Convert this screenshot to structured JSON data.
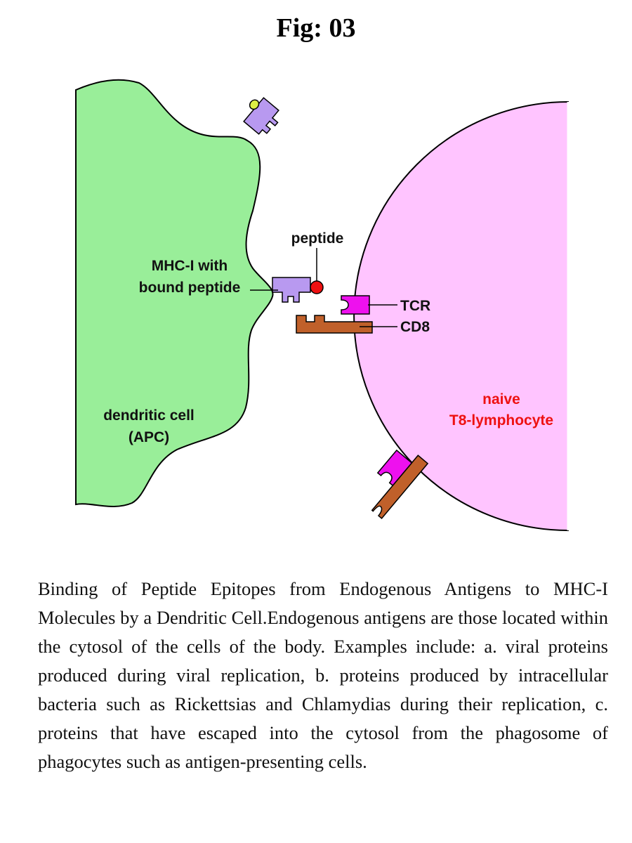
{
  "figure": {
    "title": "Fig: 03",
    "caption": "Binding of Peptide Epitopes from Endogenous Antigens to MHC-I Molecules by a Dendritic Cell.Endogenous antigens are those located within the cytosol of the cells of the body. Examples include: a. viral proteins produced during viral replication, b. proteins produced by intracellular bacteria such as Rickettsias and Chlamydias during their replication, c. proteins that have escaped into the cytosol from the phagosome of phagocytes such as antigen-presenting cells."
  },
  "diagram": {
    "labels": {
      "peptide": "peptide",
      "mhc_line1": "MHC-I with",
      "mhc_line2": "bound peptide",
      "tcr": "TCR",
      "cd8": "CD8",
      "dendritic_line1": "dendritic cell",
      "dendritic_line2": "(APC)",
      "tcell_line1": "naive",
      "tcell_line2": "T8-lymphocyte"
    },
    "colors": {
      "dendritic_cell": "#99ee99",
      "t_cell": "#ffc4ff",
      "mhc": "#b899f0",
      "peptide": "#ee1111",
      "peptide_small": "#ddee44",
      "tcr": "#ee11ee",
      "cd8": "#c0602a",
      "tcell_label": "#ee1111"
    }
  }
}
